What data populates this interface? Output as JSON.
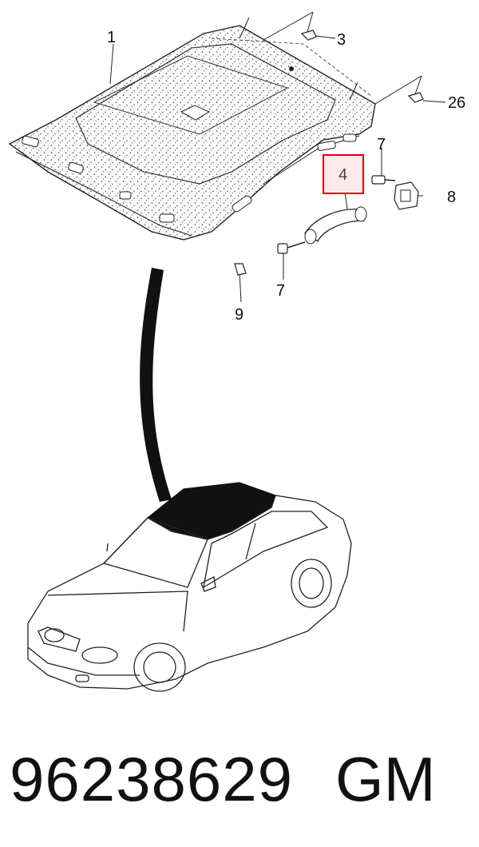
{
  "diagram": {
    "callouts": {
      "c1": "1",
      "c3": "3",
      "c26": "26",
      "c7a": "7",
      "c4": "4",
      "c8": "8",
      "c7b": "7",
      "c9": "9"
    },
    "highlight_color": "#e0000f",
    "highlight_fill": "#fde8ea"
  },
  "footer": {
    "part_number": "96238629",
    "brand": "GM"
  }
}
